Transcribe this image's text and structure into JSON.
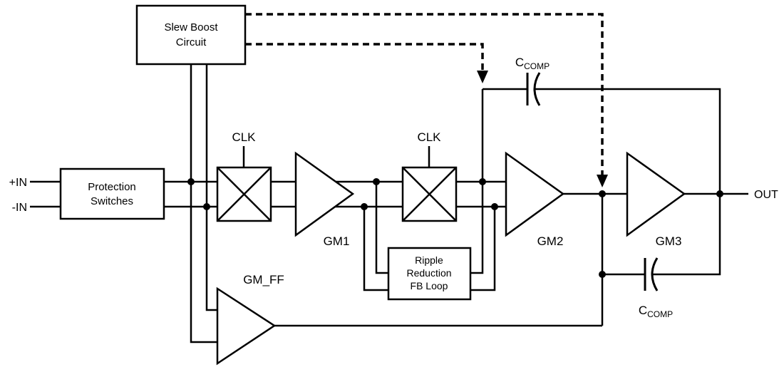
{
  "diagram": {
    "type": "circuit-block-diagram",
    "colors": {
      "line": "#000000",
      "background": "#ffffff"
    },
    "labels": {
      "slew_boost": [
        "Slew Boost",
        "Circuit"
      ],
      "protection": [
        "Protection",
        "Switches"
      ],
      "ripple": [
        "Ripple",
        "Reduction",
        "FB Loop"
      ],
      "clk1": "CLK",
      "clk2": "CLK",
      "gm1": "GM1",
      "gm2": "GM2",
      "gm3": "GM3",
      "gm_ff": "GM_FF",
      "in_pos": "+IN",
      "in_neg": "-IN",
      "out": "OUT",
      "ccomp_top": {
        "main": "C",
        "sub": "COMP"
      },
      "ccomp_bottom": {
        "main": "C",
        "sub": "COMP"
      }
    }
  }
}
